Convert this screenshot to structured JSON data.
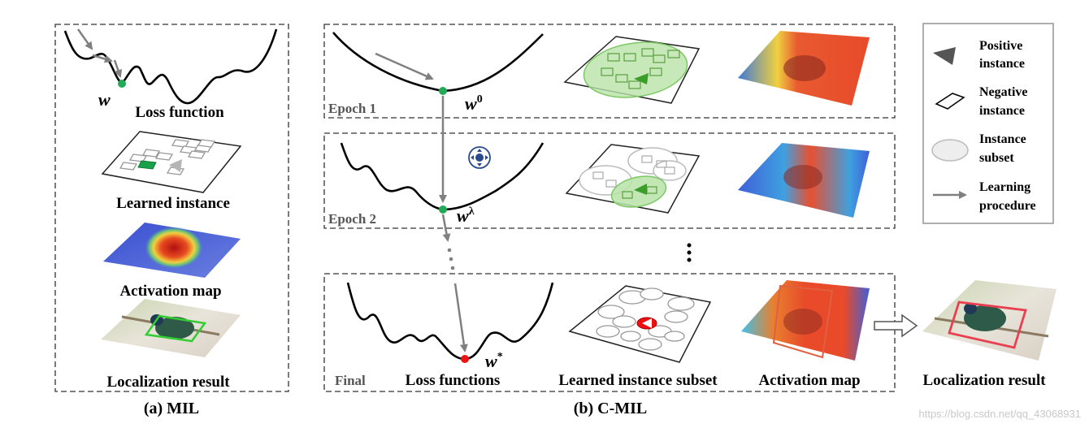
{
  "panel_a": {
    "loss_label": "Loss function",
    "w_label": "w",
    "learned_label": "Learned instance",
    "activation_label": "Activation map",
    "localization_label": "Localization result",
    "caption": "(a) MIL"
  },
  "panel_b": {
    "caption": "(b) C-MIL",
    "rows": [
      {
        "epoch_label": "Epoch 1",
        "w_base": "w",
        "w_sup": "0"
      },
      {
        "epoch_label": "Epoch 2",
        "w_base": "w",
        "w_sup": "λ"
      },
      {
        "epoch_label": "Final",
        "w_base": "w",
        "w_sup": "*"
      }
    ],
    "bottom_labels": {
      "loss": "Loss functions",
      "learned": "Learned instance subset",
      "activation": "Activation map",
      "localization": "Localization result"
    }
  },
  "legend": {
    "items": [
      {
        "line1": "Positive",
        "line2": "instance"
      },
      {
        "line1": "Negative",
        "line2": "instance"
      },
      {
        "line1": "Instance",
        "line2": "subset"
      },
      {
        "line1": "Learning",
        "line2": "procedure"
      }
    ]
  },
  "watermark": "https://blog.csdn.net/qq_43068931",
  "colors": {
    "dashed_border": "#333333",
    "arrow_gray": "#808080",
    "point_green": "#22aa55",
    "point_red": "#ee1111",
    "subset_green": "#8fd07a",
    "heat_red": "#e8402a",
    "heat_blue": "#4a6ad0"
  }
}
